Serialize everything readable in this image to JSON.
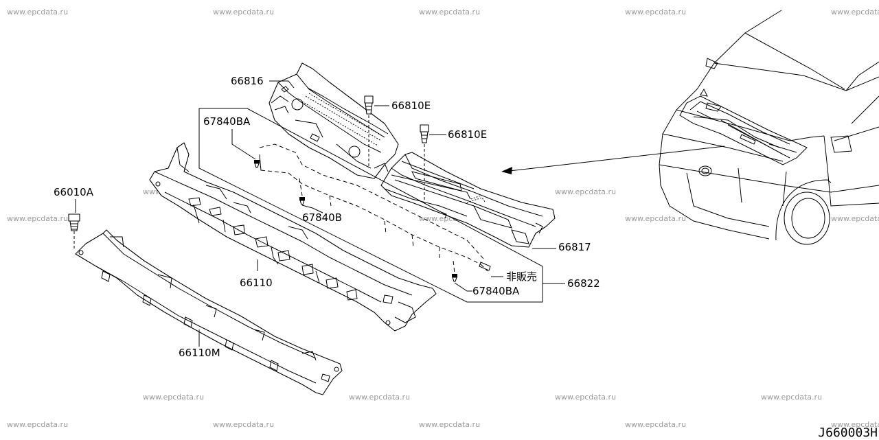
{
  "watermark_text": "www.epcdata.ru",
  "diagram_code": "J660003H",
  "labels": {
    "p66816": "66816",
    "p66810e_a": "66810E",
    "p66810e_b": "66810E",
    "p67840ba_a": "67840BA",
    "p67840b": "67840B",
    "p66010a": "66010A",
    "p66817": "66817",
    "p66110": "66110",
    "not_for_sale": "非販売",
    "p66822": "66822",
    "p67840ba_b": "67840BA",
    "p66110m": "66110M"
  }
}
